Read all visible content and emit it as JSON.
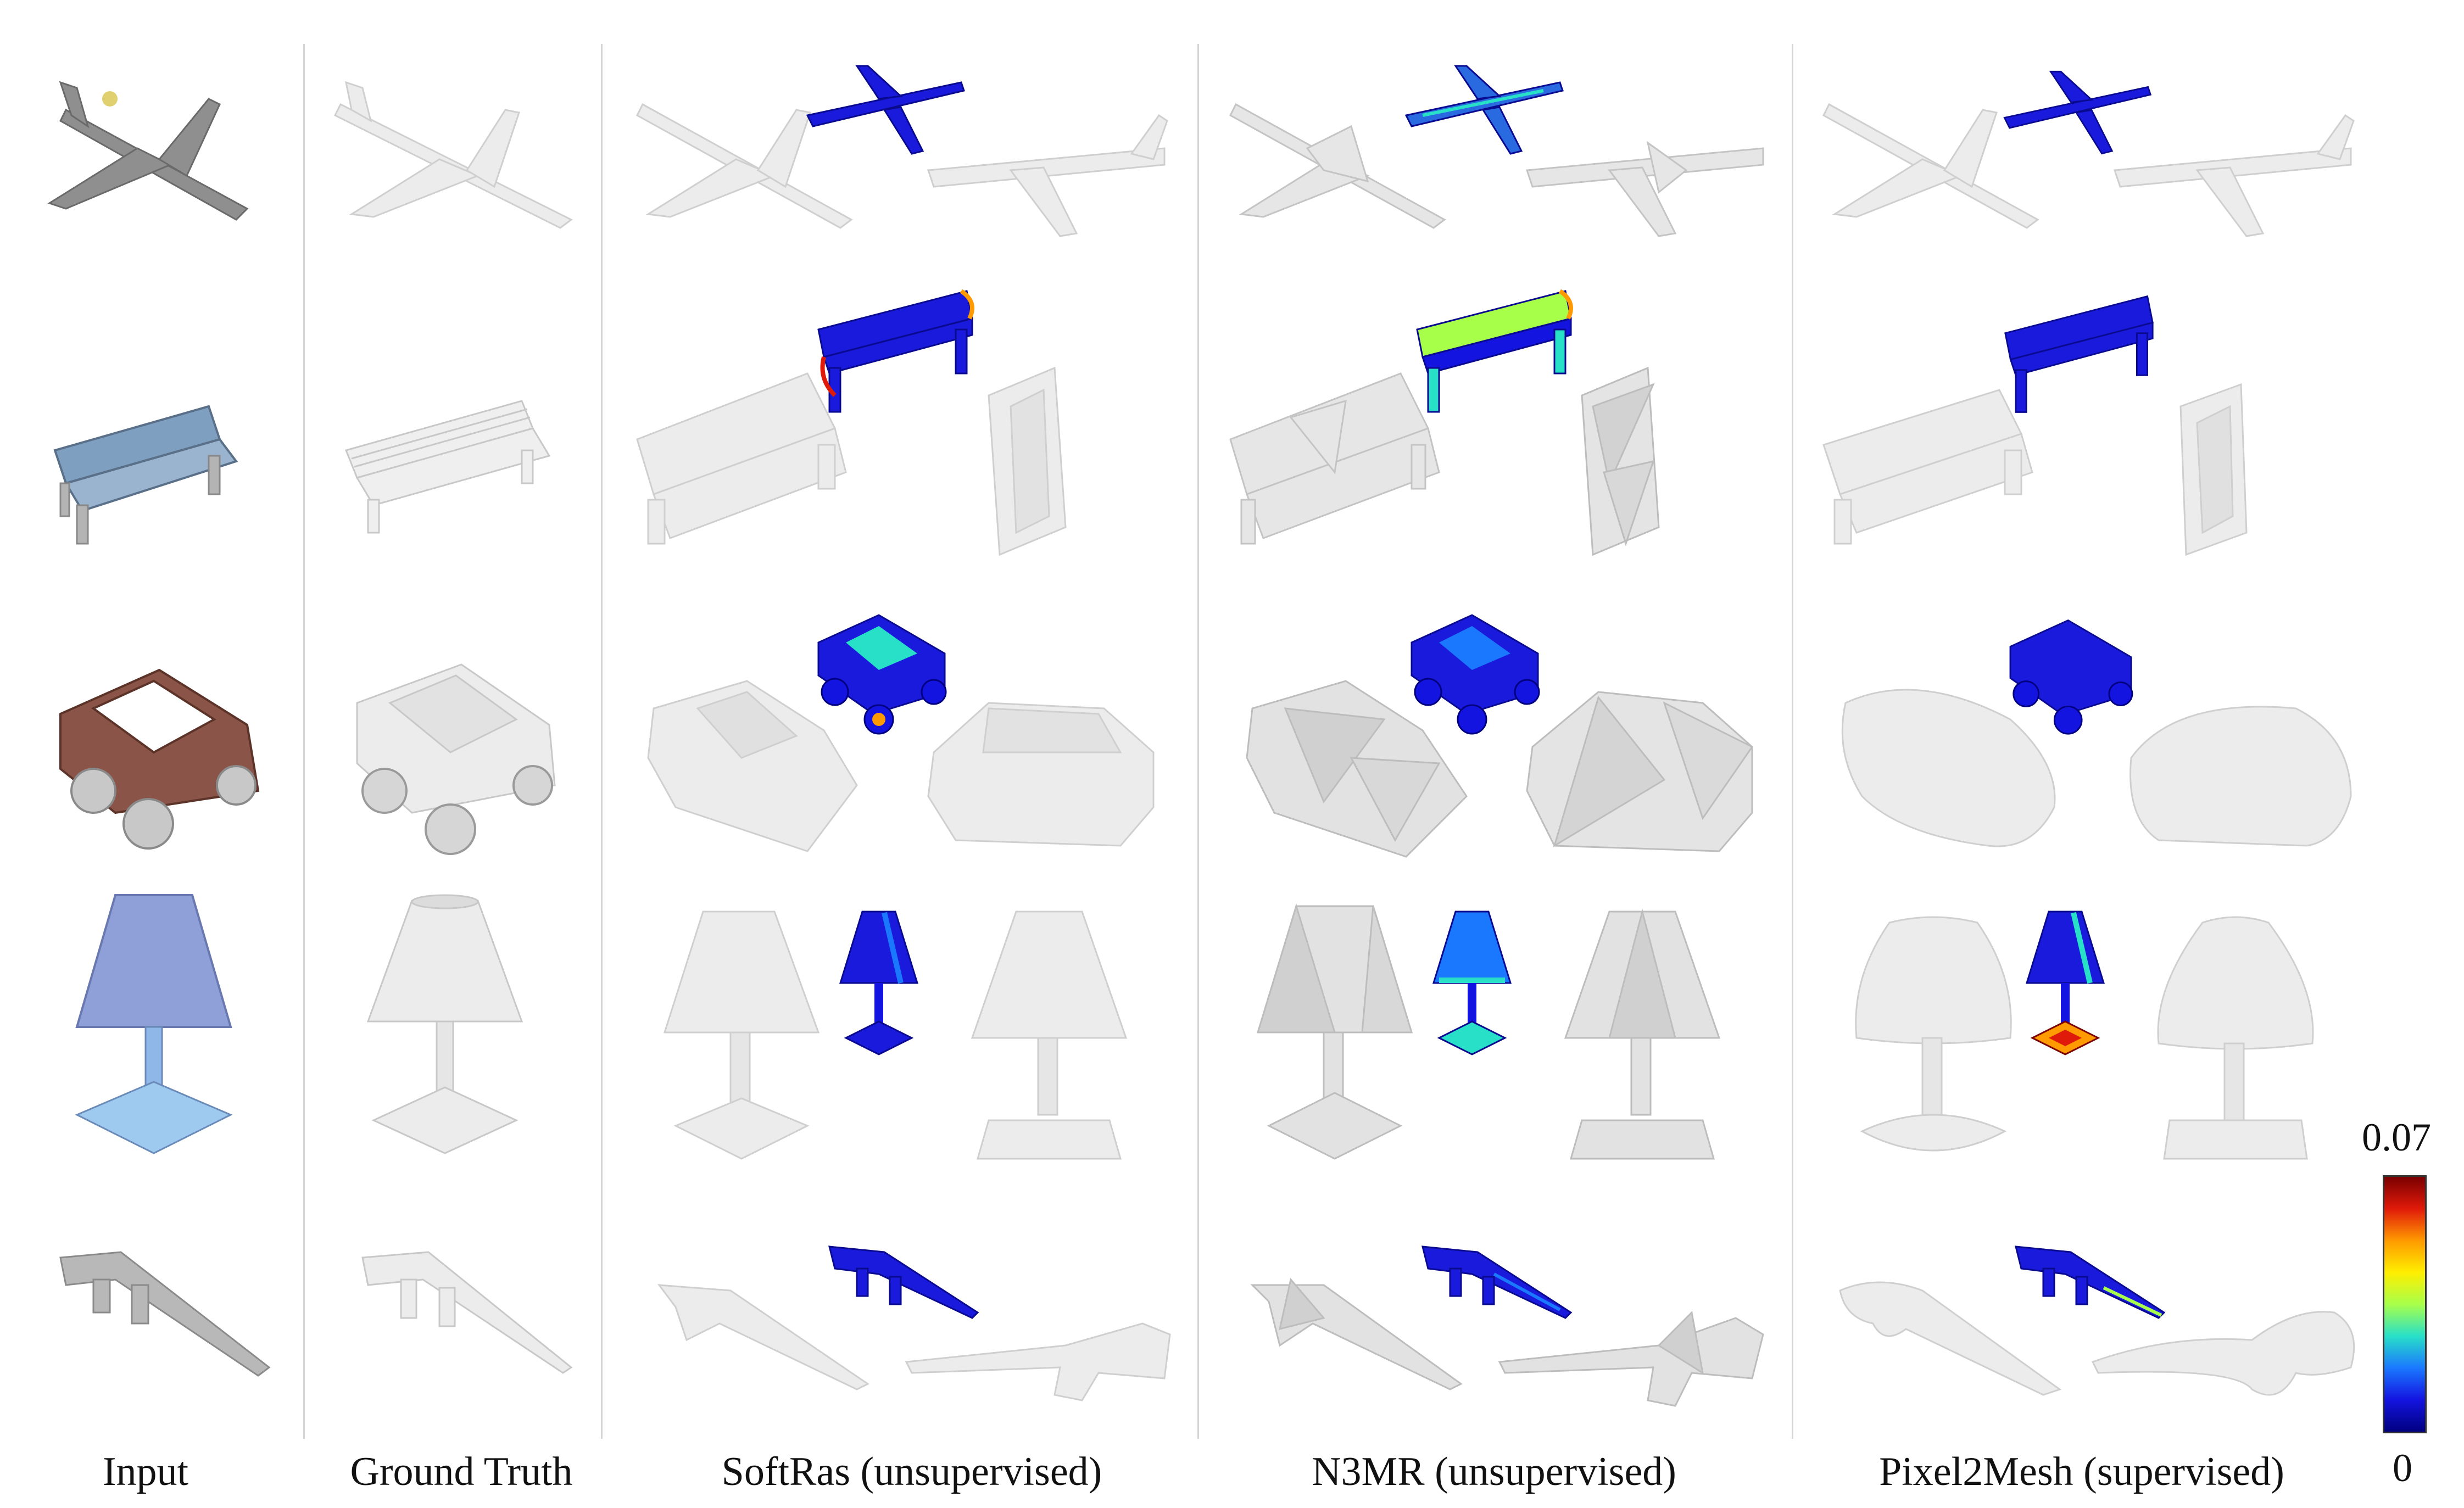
{
  "columns": {
    "input": "Input",
    "ground_truth": "Ground Truth",
    "softras": "SoftRas (unsupervised)",
    "n3mr": "N3MR (unsupervised)",
    "pixel2mesh": "Pixel2Mesh (supervised)"
  },
  "categories": [
    "airplane",
    "bench",
    "car",
    "lamp",
    "rifle"
  ],
  "error_scale": {
    "max": "0.07",
    "min": "0"
  },
  "colors": {
    "input_airplane": "#8f8f8f",
    "input_bench": "#7f9fc0",
    "input_car": "#8a5448",
    "input_lamp": "#8f9fd8",
    "input_rifle": "#b8b8b8",
    "mesh_fill": "#ececec",
    "mesh_stroke": "#cfcfcf",
    "error_low": "#1a1adc",
    "error_high": "#7a0000"
  },
  "colorbar_stops": [
    "#7a0000",
    "#e01a0a",
    "#ff9a00",
    "#ffee00",
    "#a8ff4a",
    "#28e0c8",
    "#1a78ff",
    "#1414e0",
    "#000080"
  ]
}
